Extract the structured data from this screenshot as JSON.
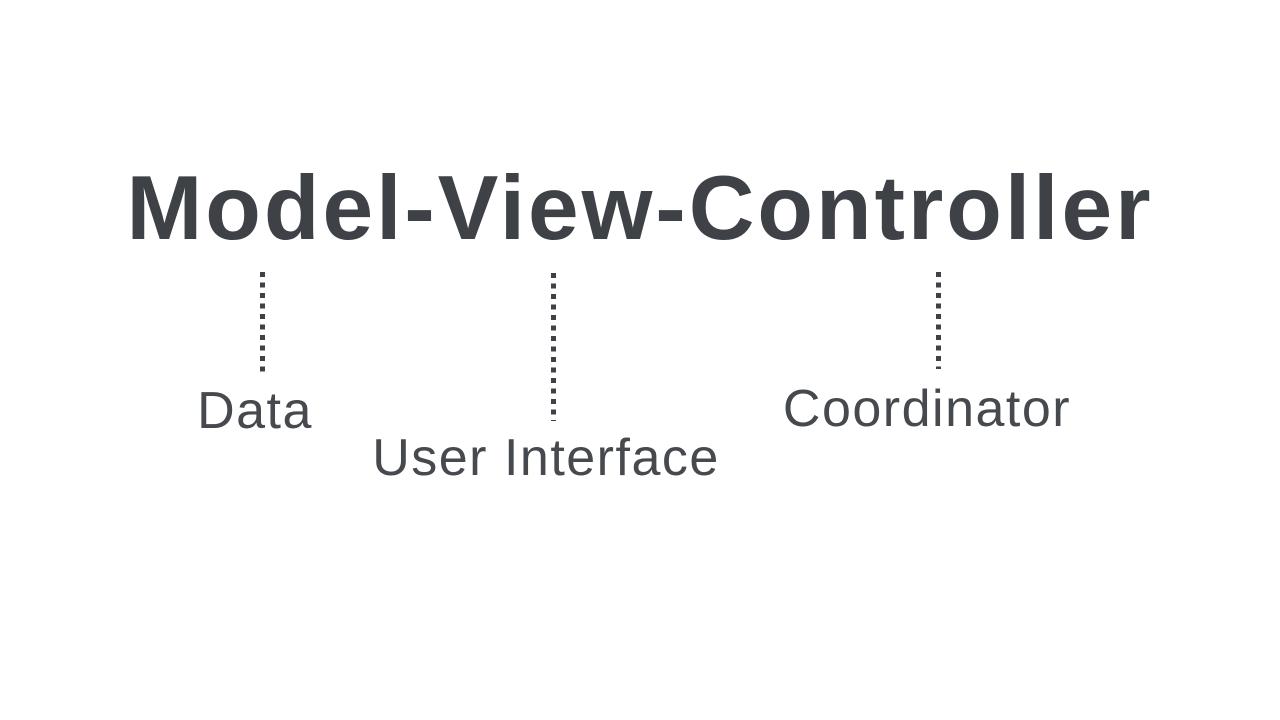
{
  "slide": {
    "title": "Model-View-Controller",
    "annotations": [
      {
        "term": "Model",
        "label": "Data"
      },
      {
        "term": "View",
        "label": "User Interface"
      },
      {
        "term": "Controller",
        "label": "Coordinator"
      }
    ],
    "colors": {
      "ink": "#3e4247",
      "label_ink": "#46494e",
      "background": "#ffffff"
    }
  }
}
